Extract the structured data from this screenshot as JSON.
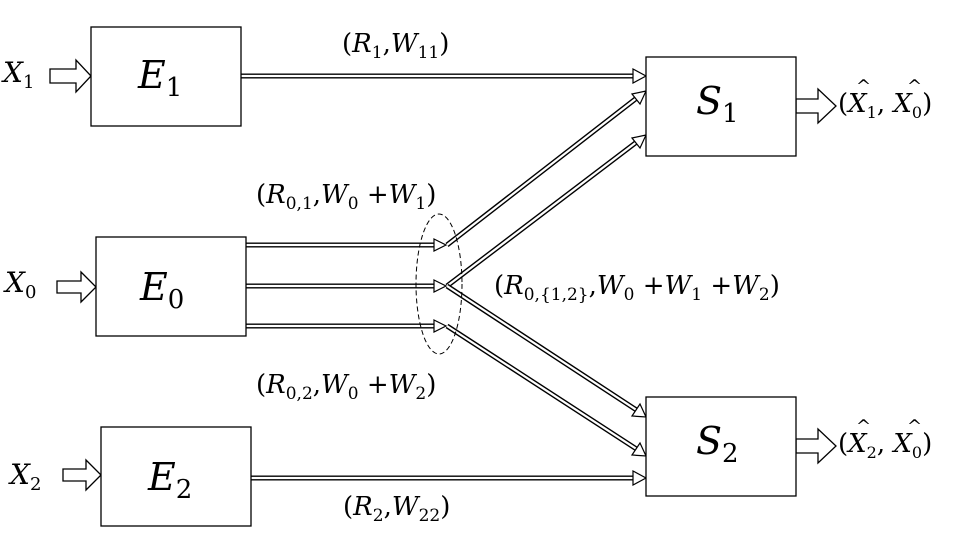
{
  "encoders": {
    "e1": {
      "label": "E",
      "sub": "1"
    },
    "e0": {
      "label": "E",
      "sub": "0"
    },
    "e2": {
      "label": "E",
      "sub": "2"
    }
  },
  "decoders": {
    "s1": {
      "label": "S",
      "sub": "1"
    },
    "s2": {
      "label": "S",
      "sub": "2"
    }
  },
  "sources": {
    "x1": {
      "label": "X",
      "sub": "1"
    },
    "x0": {
      "label": "X",
      "sub": "0"
    },
    "x2": {
      "label": "X",
      "sub": "2"
    }
  },
  "outputs": {
    "s1": {
      "p1": "(",
      "x": "X",
      "hat": "^",
      "s1": "1",
      "mid": ", ",
      "s2": "0",
      "p2": ")"
    },
    "s2": {
      "p1": "(",
      "x": "X",
      "hat": "^",
      "s1": "2",
      "mid": ", ",
      "s2": "0",
      "p2": ")"
    }
  },
  "rates": {
    "r1": {
      "open": "(",
      "r": "R",
      "rsub": "1",
      "comma": ",",
      "w": "W",
      "wsub": "11",
      "close": ")"
    },
    "r01": {
      "open": "(",
      "r": "R",
      "rsub": "0,1",
      "comma": ",",
      "w": "W",
      "wsub": "0",
      "plus1": " +",
      "w1": "W",
      "w1sub": "1",
      "close": ")"
    },
    "r012": {
      "open": "(",
      "r": "R",
      "rsub": "0,{1,2}",
      "comma": ",",
      "w": "W",
      "wsub": "0",
      "plus1": " +",
      "w1": "W",
      "w1sub": "1",
      "plus2": " +",
      "w2": "W",
      "w2sub": "2",
      "close": ")"
    },
    "r02": {
      "open": "(",
      "r": "R",
      "rsub": "0,2",
      "comma": ",",
      "w": "W",
      "wsub": "0",
      "plus1": " +",
      "w1": "W",
      "w1sub": "2",
      "close": ")"
    },
    "r2": {
      "open": "(",
      "r": "R",
      "rsub": "2",
      "comma": ",",
      "w": "W",
      "wsub": "22",
      "close": ")"
    }
  }
}
